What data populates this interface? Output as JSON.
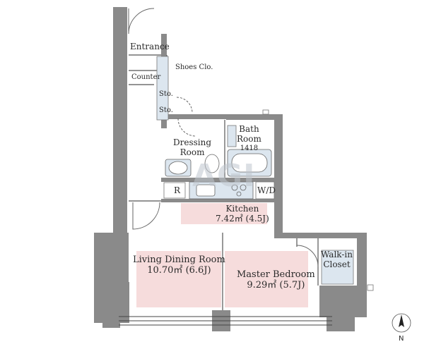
{
  "rooms": {
    "entrance": "Entrance",
    "shoes_closet": "Shoes Clo.",
    "counter": "Counter",
    "storage_1": "Sto.",
    "storage_2": "Sto.",
    "dressing_room": [
      "Dressing",
      "Room"
    ],
    "bath_room": [
      "Bath",
      "Room",
      "1418"
    ],
    "refrigerator": "R",
    "washer_dryer": "W/D",
    "kitchen": {
      "name": "Kitchen",
      "area": "7.42㎡ (4.5J)"
    },
    "living_dining": {
      "name": "Living Dining Room",
      "area": "10.70㎡ (6.6J)"
    },
    "master_bedroom": {
      "name": "Master Bedroom",
      "area": "9.29㎡ (5.7J)"
    },
    "walk_in_closet": [
      "Walk-in",
      "Closet"
    ]
  },
  "compass": {
    "label": "N"
  },
  "watermark": "AGI",
  "colors": {
    "wall": "#8a8a8a",
    "wall_dark": "#6f6f6f",
    "room_highlight": "#f6dcdc",
    "fixture": "#dce6ef",
    "line": "#444444"
  }
}
